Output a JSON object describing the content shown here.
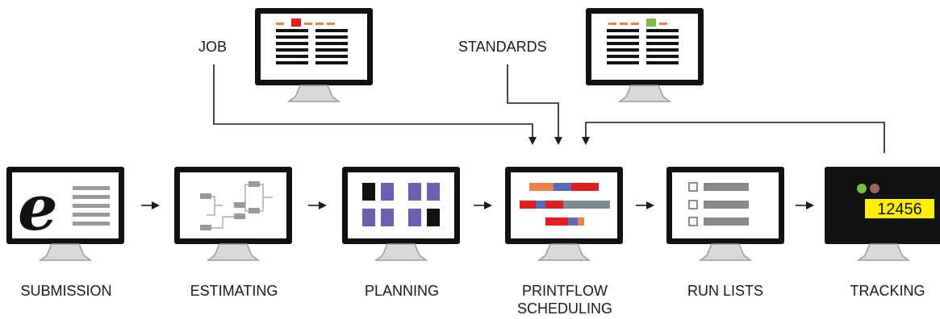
{
  "top_monitors": [
    {
      "id": "job",
      "label": "JOB",
      "accent_color": "#e02020"
    },
    {
      "id": "standards",
      "label": "STANDARDS",
      "accent_color": "#7ac143"
    }
  ],
  "stages": [
    {
      "id": "submission",
      "label_lines": [
        "SUBMISSION"
      ],
      "screen": "e-logo-document"
    },
    {
      "id": "estimating",
      "label_lines": [
        "ESTIMATING"
      ],
      "screen": "tree-diagram"
    },
    {
      "id": "planning",
      "label_lines": [
        "PLANNING"
      ],
      "screen": "block-grid"
    },
    {
      "id": "printflow-scheduling",
      "label_lines": [
        "PRINTFLOW",
        "SCHEDULING"
      ],
      "screen": "gantt-bars"
    },
    {
      "id": "run-lists",
      "label_lines": [
        "RUN LISTS"
      ],
      "screen": "checklist"
    },
    {
      "id": "tracking",
      "label_lines": [
        "TRACKING"
      ],
      "screen": "counter-display"
    }
  ],
  "tracking_display": {
    "value": "12456",
    "display_color": "#ffef00"
  },
  "colors": {
    "orange": "#e8804a",
    "red": "#e02020",
    "blue": "#5b6bb5",
    "purple": "#6b5fb0",
    "gray": "#7f8c8d",
    "green": "#7ac143",
    "brown": "#a0665a"
  }
}
